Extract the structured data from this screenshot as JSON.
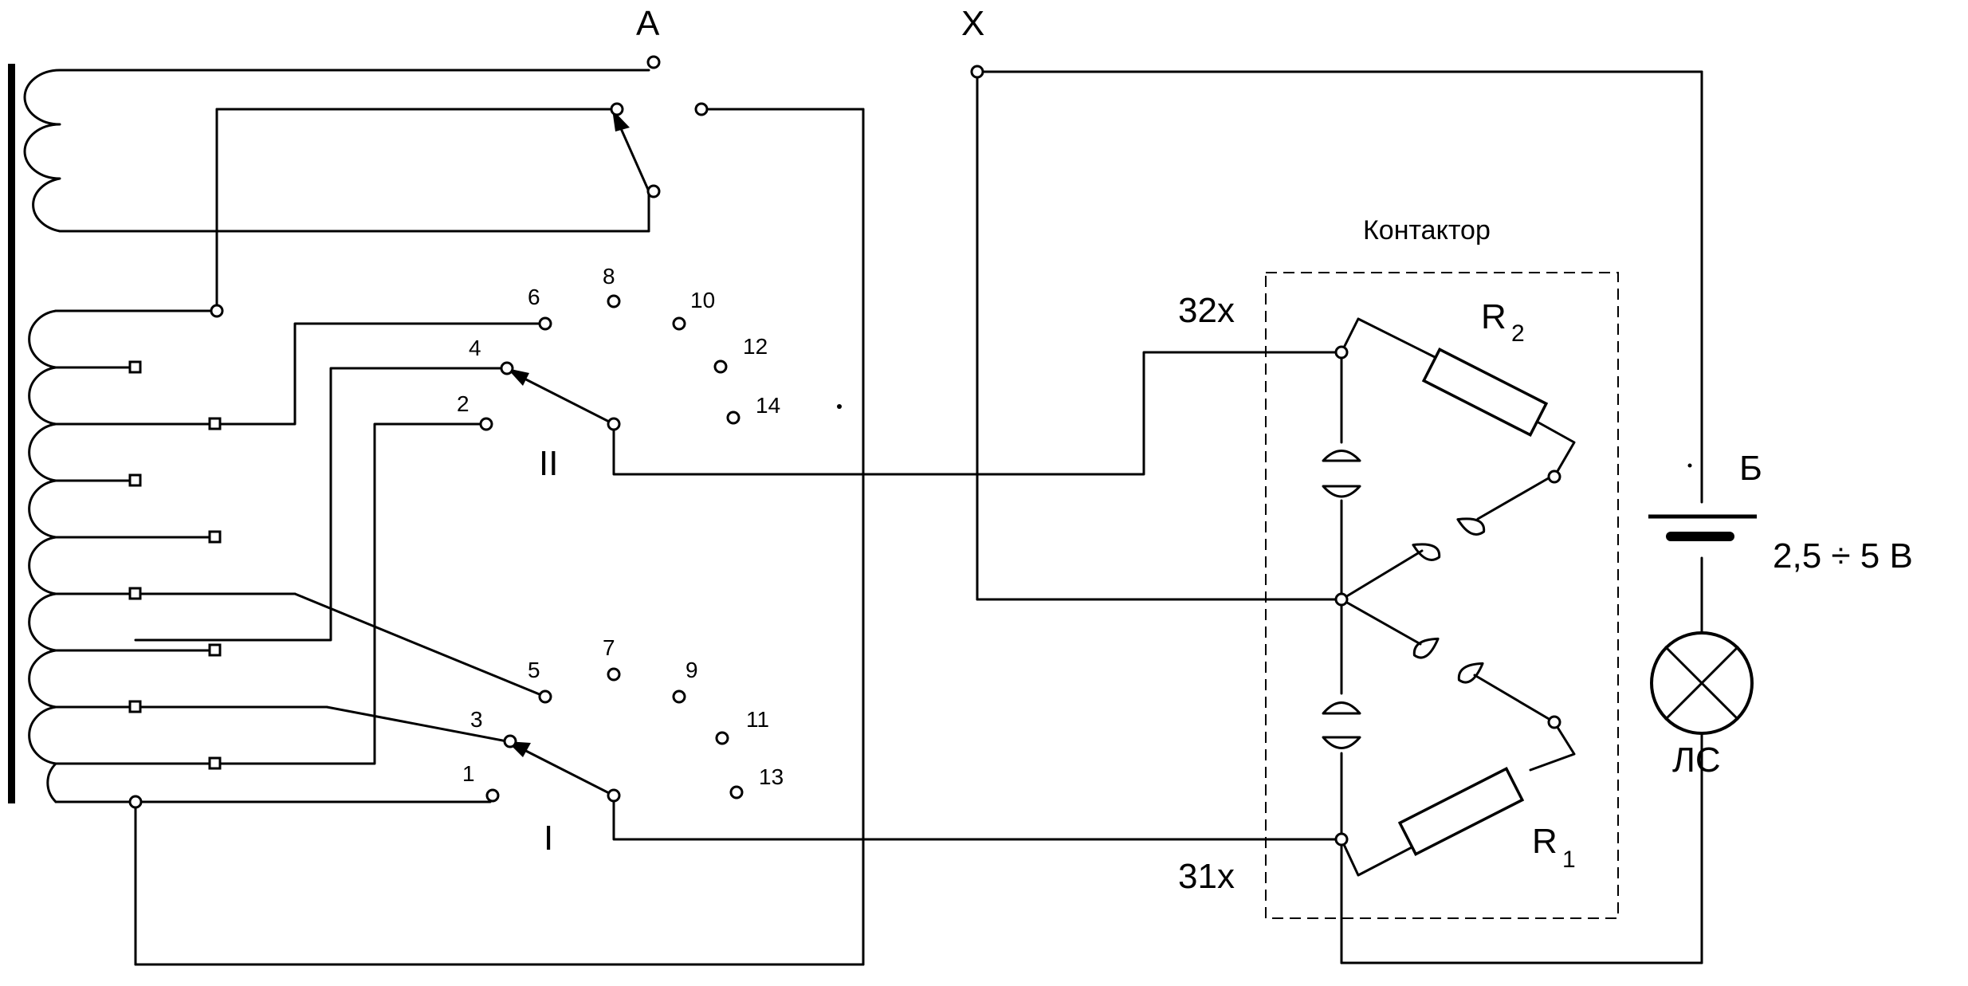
{
  "labels": {
    "terminal_a": "А",
    "terminal_x": "X",
    "contactor_title": "Контактор",
    "resistor_r2": "R",
    "resistor_r2_sub": "2",
    "resistor_r1": "R",
    "resistor_r1_sub": "1",
    "terminal_32x": "32x",
    "terminal_31x": "31x",
    "battery": "Б",
    "voltage": "2,5 ÷ 5 В",
    "lamp": "ЛС",
    "switch_ii": "II",
    "switch_i": "I"
  },
  "switch_ii_positions": [
    "2",
    "4",
    "6",
    "8",
    "10",
    "12",
    "14"
  ],
  "switch_i_positions": [
    "1",
    "3",
    "5",
    "7",
    "9",
    "11",
    "13"
  ]
}
